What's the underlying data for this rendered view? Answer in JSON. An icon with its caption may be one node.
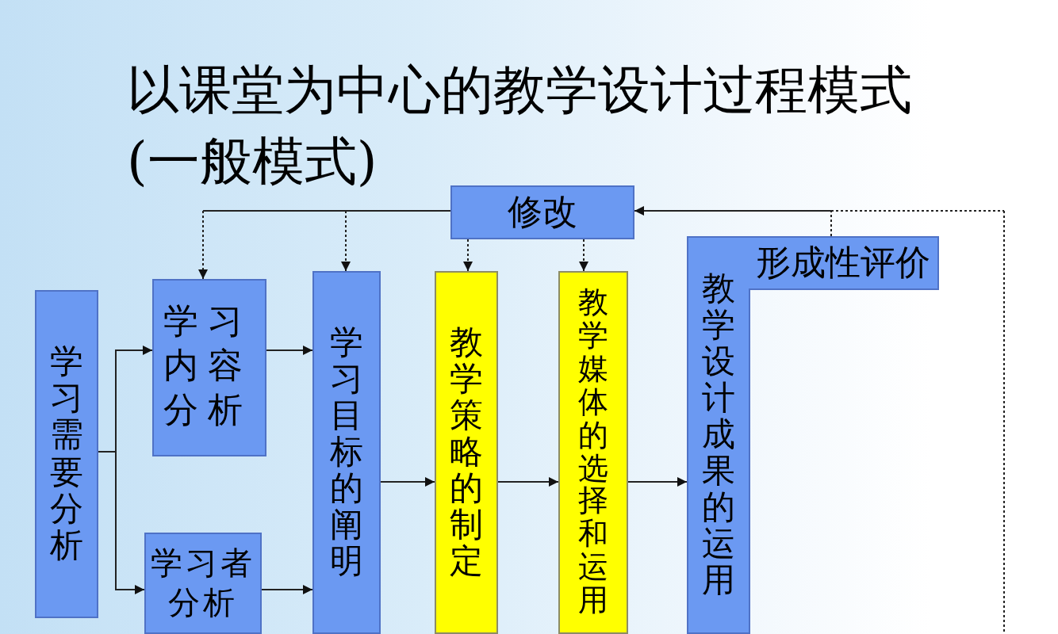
{
  "diagram": {
    "title": "以课堂为中心的教学设计过程模式(一般模式)",
    "nodes": [
      {
        "text": [
          "修改"
        ]
      },
      {
        "text": [
          "学习需要分析"
        ]
      },
      {
        "text": [
          "学习内容分析"
        ]
      },
      {
        "text": [
          "学习者分析"
        ]
      },
      {
        "text": [
          "学习目标的阐明"
        ]
      },
      {
        "text": [
          "教学策略的制定"
        ]
      },
      {
        "text": [
          "教学媒体的选择和运用"
        ]
      },
      {
        "text": [
          "教学设计成果的运用"
        ]
      },
      {
        "text": [
          "形成性评价"
        ]
      }
    ],
    "edges": [
      {
        "from": 1,
        "to": 2,
        "arrow": "to"
      },
      {
        "from": 1,
        "to": 3,
        "arrow": "to"
      },
      {
        "from": 2,
        "to": 4,
        "arrow": "to"
      },
      {
        "from": 3,
        "to": 4,
        "arrow": "to"
      },
      {
        "from": 4,
        "to": 5,
        "arrow": "to"
      },
      {
        "from": 5,
        "to": 6,
        "arrow": "to"
      },
      {
        "from": 6,
        "to": 7,
        "arrow": "to"
      },
      {
        "from": 0,
        "to": 2,
        "arrow": "to",
        "style": "dashed"
      },
      {
        "from": 0,
        "to": 4,
        "arrow": "to",
        "style": "dashed"
      },
      {
        "from": 0,
        "to": 5,
        "arrow": "to",
        "style": "dashed"
      },
      {
        "from": 0,
        "to": 6,
        "arrow": "to",
        "style": "dashed"
      },
      {
        "from": 8,
        "to": 0,
        "arrow": "to",
        "style": "dashed"
      },
      {
        "from": 8,
        "to": null,
        "arrow": "none",
        "style": "dashed"
      }
    ]
  }
}
